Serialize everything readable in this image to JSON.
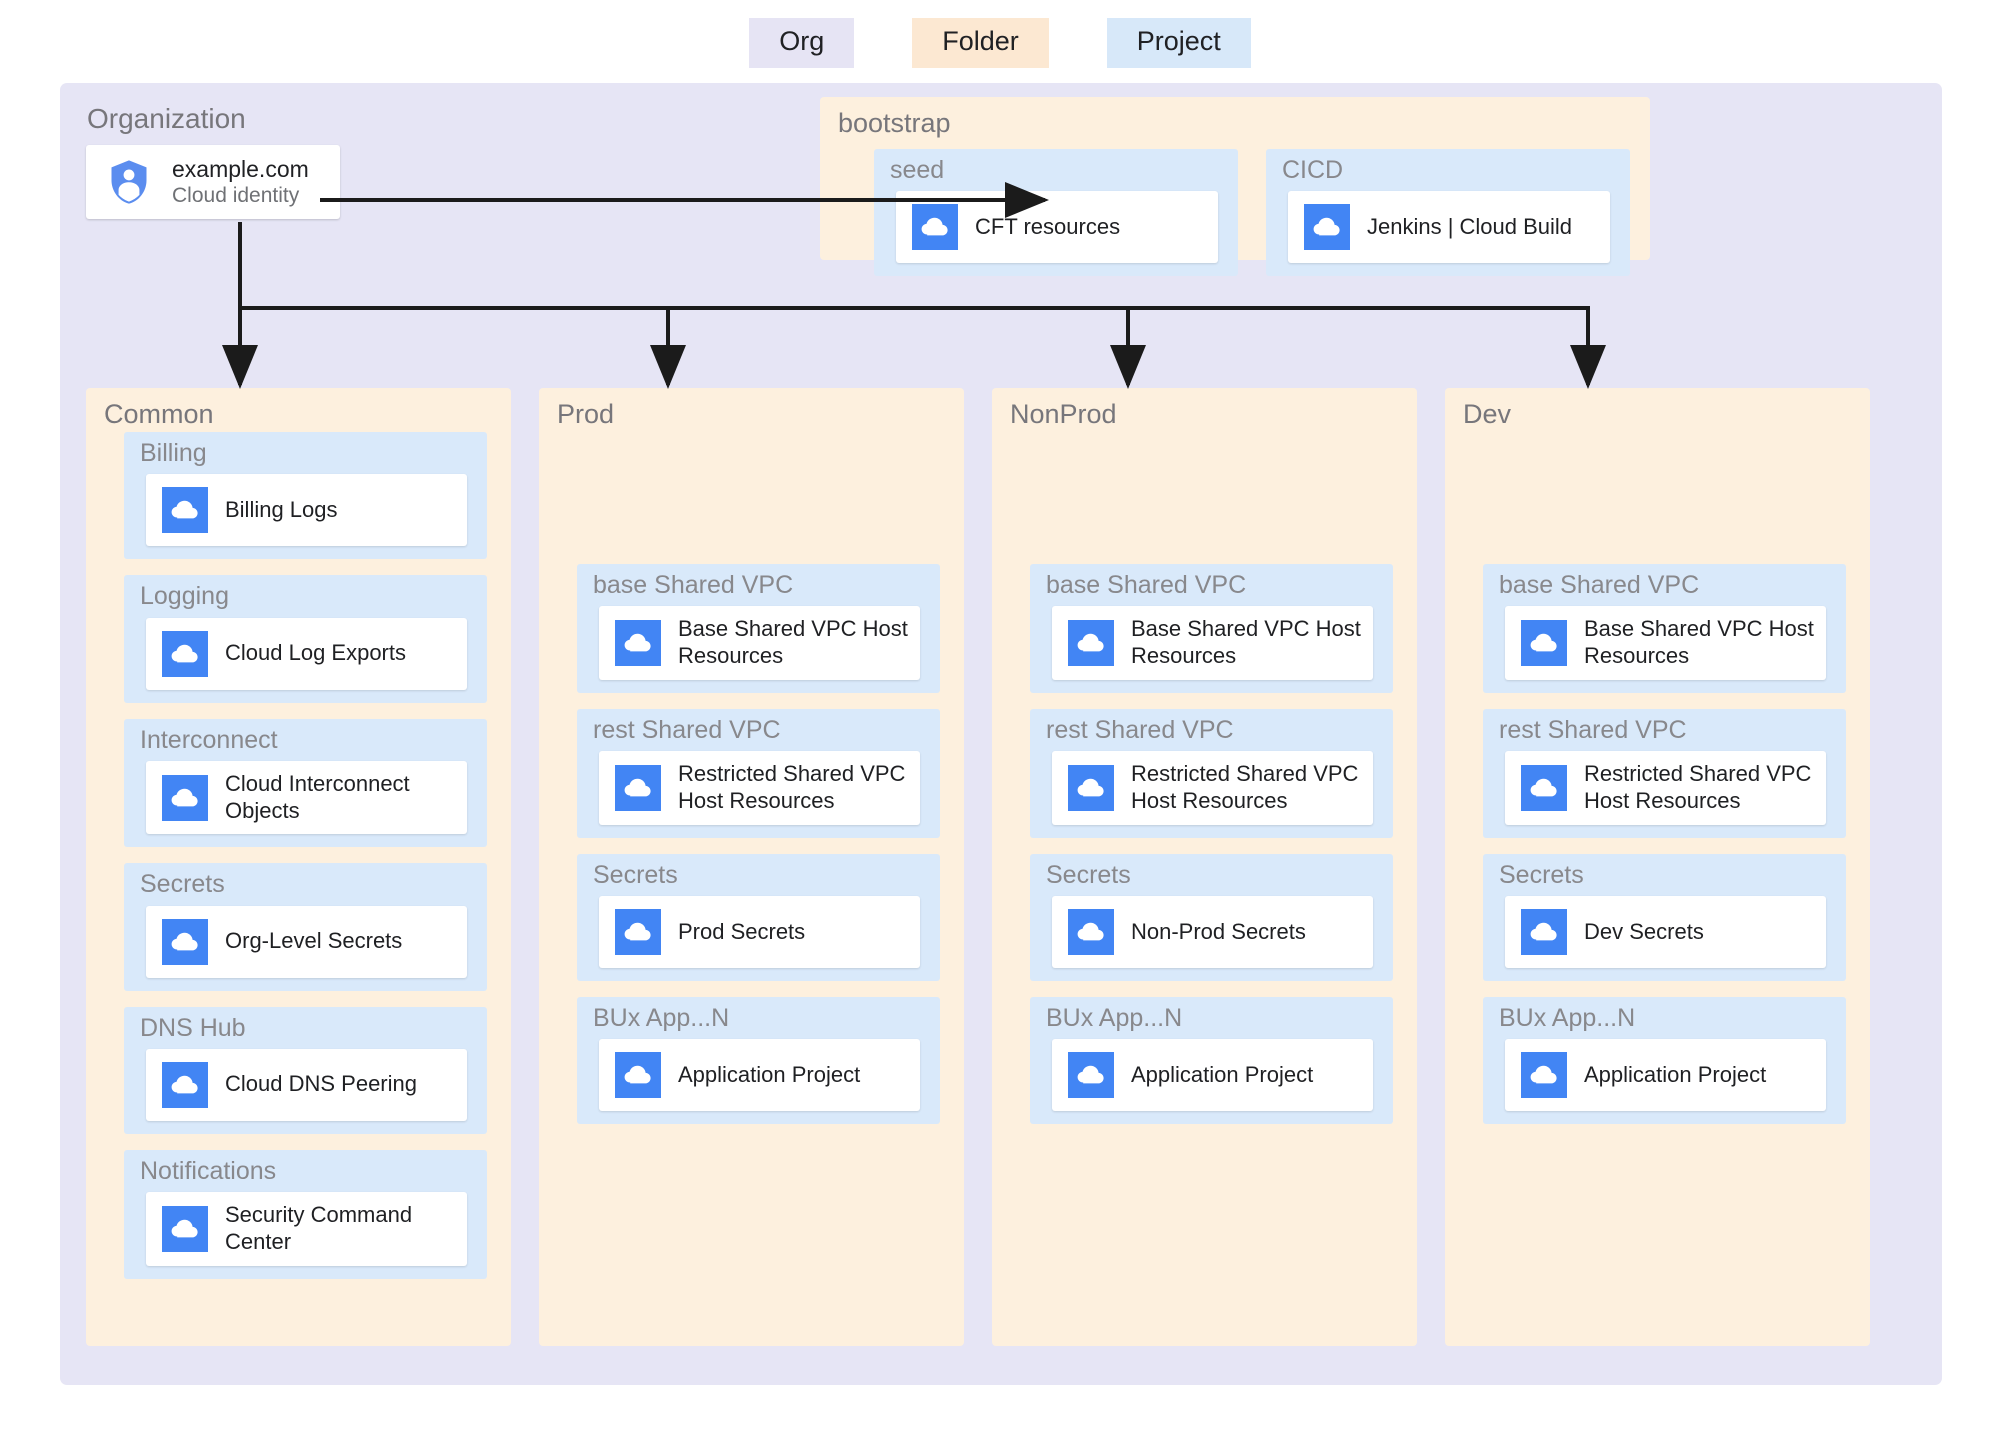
{
  "legend": {
    "items": [
      {
        "label": "Org",
        "color": "#e6e4f4"
      },
      {
        "label": "Folder",
        "color": "#fce8d2"
      },
      {
        "label": "Project",
        "color": "#d7e8f9"
      }
    ]
  },
  "org": {
    "title": "Organization",
    "identity": {
      "icon": "shield-person-icon",
      "name": "example.com",
      "subtitle": "Cloud identity"
    }
  },
  "bootstrap": {
    "title": "bootstrap",
    "projects": [
      {
        "label": "seed",
        "card": {
          "icon": "cloud-icon",
          "label": "CFT resources"
        }
      },
      {
        "label": "CICD",
        "card": {
          "icon": "cloud-icon",
          "label": "Jenkins | Cloud Build"
        }
      }
    ]
  },
  "environments": [
    {
      "title": "Common",
      "offset": false,
      "projects": [
        {
          "label": "Billing",
          "card": {
            "icon": "cloud-icon",
            "label": "Billing Logs"
          }
        },
        {
          "label": "Logging",
          "card": {
            "icon": "cloud-icon",
            "label": "Cloud Log Exports"
          }
        },
        {
          "label": "Interconnect",
          "card": {
            "icon": "cloud-icon",
            "label": "Cloud Interconnect Objects"
          }
        },
        {
          "label": "Secrets",
          "card": {
            "icon": "cloud-icon",
            "label": "Org-Level Secrets"
          }
        },
        {
          "label": "DNS Hub",
          "card": {
            "icon": "cloud-icon",
            "label": "Cloud DNS Peering"
          }
        },
        {
          "label": "Notifications",
          "card": {
            "icon": "cloud-icon",
            "label": "Security Command Center"
          }
        }
      ]
    },
    {
      "title": "Prod",
      "offset": true,
      "projects": [
        {
          "label": "base Shared VPC",
          "card": {
            "icon": "cloud-icon",
            "label": "Base Shared VPC Host Resources"
          }
        },
        {
          "label": "rest Shared VPC",
          "card": {
            "icon": "cloud-icon",
            "label": "Restricted Shared VPC Host Resources"
          }
        },
        {
          "label": "Secrets",
          "card": {
            "icon": "cloud-icon",
            "label": "Prod Secrets"
          }
        },
        {
          "label": "BUx App...N",
          "card": {
            "icon": "cloud-icon",
            "label": "Application Project"
          }
        }
      ]
    },
    {
      "title": "NonProd",
      "offset": true,
      "projects": [
        {
          "label": "base Shared VPC",
          "card": {
            "icon": "cloud-icon",
            "label": "Base Shared VPC Host Resources"
          }
        },
        {
          "label": "rest Shared VPC",
          "card": {
            "icon": "cloud-icon",
            "label": "Restricted Shared VPC Host Resources"
          }
        },
        {
          "label": "Secrets",
          "card": {
            "icon": "cloud-icon",
            "label": "Non-Prod Secrets"
          }
        },
        {
          "label": "BUx App...N",
          "card": {
            "icon": "cloud-icon",
            "label": "Application Project"
          }
        }
      ]
    },
    {
      "title": "Dev",
      "offset": true,
      "projects": [
        {
          "label": "base Shared VPC",
          "card": {
            "icon": "cloud-icon",
            "label": "Base Shared VPC Host Resources"
          }
        },
        {
          "label": "rest Shared VPC",
          "card": {
            "icon": "cloud-icon",
            "label": "Restricted Shared VPC Host Resources"
          }
        },
        {
          "label": "Secrets",
          "card": {
            "icon": "cloud-icon",
            "label": "Dev Secrets"
          }
        },
        {
          "label": "BUx App...N",
          "card": {
            "icon": "cloud-icon",
            "label": "Application Project"
          }
        }
      ]
    }
  ],
  "colors": {
    "org_bg": "#e6e5f5",
    "folder_bg": "#fdf0de",
    "project_bg": "#d9e9fa",
    "card_bg": "#ffffff",
    "icon_blue": "#4285f4",
    "label_gray": "#77767b",
    "text_dark": "#202124",
    "connector": "#1b1b1b"
  }
}
